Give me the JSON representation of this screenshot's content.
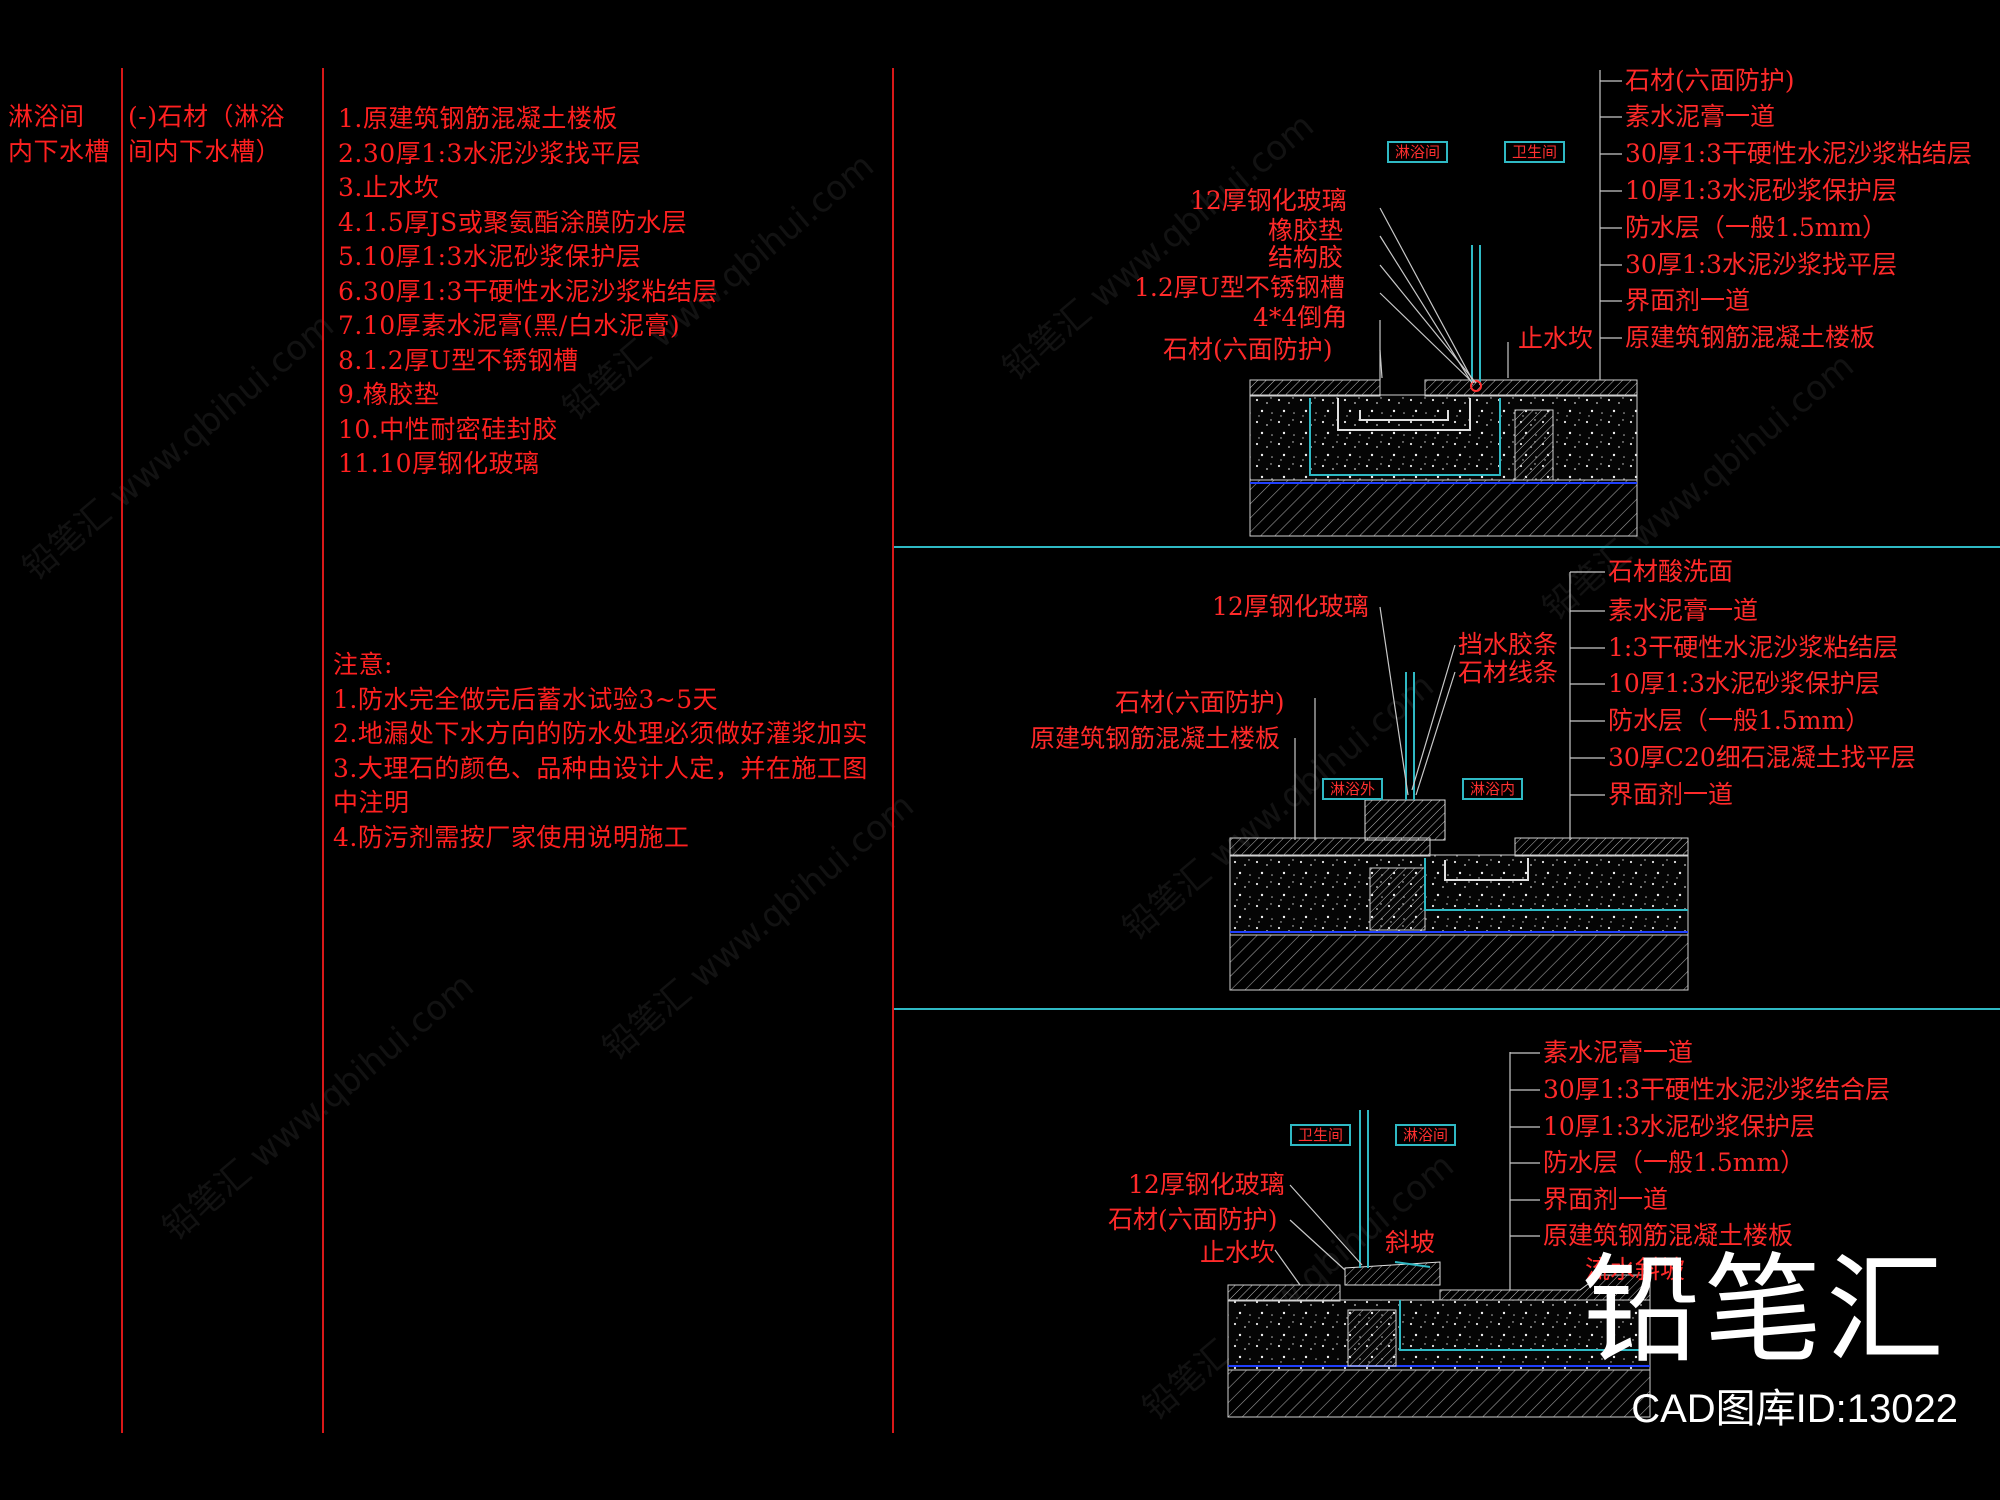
{
  "col1": {
    "line1": "淋浴间",
    "line2": "内下水槽"
  },
  "col2": {
    "line1": "(-)石材（淋浴",
    "line2": "间内下水槽）"
  },
  "materials": [
    "1.原建筑钢筋混凝土楼板",
    "2.30厚1:3水泥沙浆找平层",
    "3.止水坎",
    "4.1.5厚JS或聚氨酯涂膜防水层",
    "5.10厚1:3水泥砂浆保护层",
    "6.30厚1:3干硬性水泥沙浆粘结层",
    "7.10厚素水泥膏(黑/白水泥膏)",
    "8.1.2厚U型不锈钢槽",
    "9.橡胶垫",
    "10.中性耐密硅封胶",
    "11.10厚钢化玻璃"
  ],
  "notes": {
    "title": "注意:",
    "items": [
      "1.防水完全做完后蓄水试验3~5天",
      "2.地漏处下水方向的防水处理必须做好灌浆加实",
      "3.大理石的颜色、品种由设计人定，并在施工图",
      "中注明",
      "4.防污剂需按厂家使用说明施工"
    ]
  },
  "detail1": {
    "tags": [
      "淋浴间",
      "卫生间"
    ],
    "left_labels": [
      "12厚钢化玻璃",
      "橡胶垫",
      "结构胶",
      "1.2厚U型不锈钢槽",
      "4*4倒角",
      "石材(六面防护)"
    ],
    "mid_label": "止水坎",
    "right_layers": [
      "石材(六面防护)",
      "素水泥膏一道",
      "30厚1:3干硬性水泥沙浆粘结层",
      "10厚1:3水泥砂浆保护层",
      "防水层（一般1.5mm）",
      "30厚1:3水泥沙浆找平层",
      "界面剂一道",
      "原建筑钢筋混凝土楼板"
    ]
  },
  "detail2": {
    "tags": [
      "淋浴外",
      "淋浴内"
    ],
    "left_labels": [
      "12厚钢化玻璃",
      "石材(六面防护)",
      "原建筑钢筋混凝土楼板"
    ],
    "mid_labels": [
      "挡水胶条",
      "石材线条"
    ],
    "right_layers": [
      "石材酸洗面",
      "素水泥膏一道",
      "1:3干硬性水泥沙浆粘结层",
      "10厚1:3水泥砂浆保护层",
      "防水层（一般1.5mm）",
      "30厚C20细石混凝土找平层",
      "界面剂一道"
    ]
  },
  "detail3": {
    "tags": [
      "卫生间",
      "淋浴间"
    ],
    "left_labels": [
      "12厚钢化玻璃",
      "石材(六面防护)",
      "止水坎"
    ],
    "mid_labels": [
      "斜坡",
      "流水斜坡"
    ],
    "right_layers": [
      "素水泥膏一道",
      "30厚1:3干硬性水泥沙浆结合层",
      "10厚1:3水泥砂浆保护层",
      "防水层（一般1.5mm）",
      "界面剂一道",
      "原建筑钢筋混凝土楼板"
    ]
  },
  "watermark": {
    "text": "铅笔汇 www.qbihui.com"
  },
  "brand": {
    "name": "铅笔汇",
    "id": "CAD图库ID:13022"
  }
}
